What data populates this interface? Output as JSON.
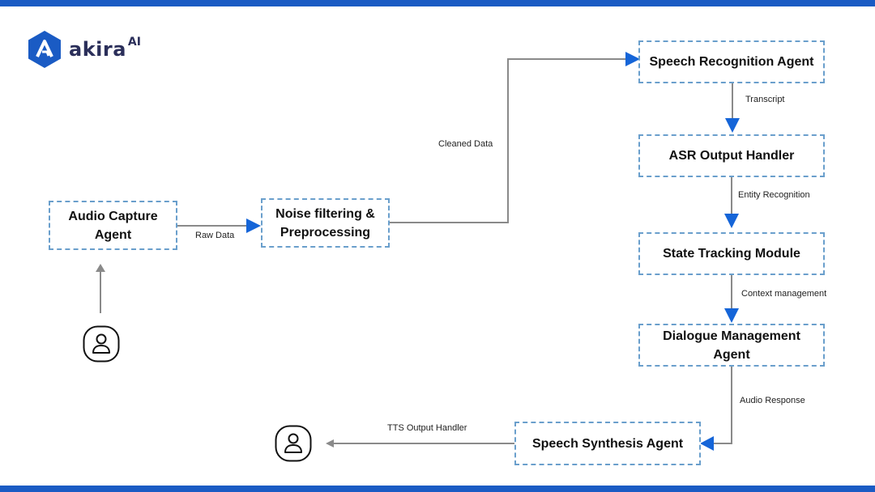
{
  "brand": {
    "name": "akira",
    "suffix": "AI"
  },
  "nodes": {
    "audio_capture": "Audio Capture Agent",
    "noise_filtering": "Noise filtering & Preprocessing",
    "speech_recognition": "Speech Recognition Agent",
    "asr_output": "ASR Output Handler",
    "state_tracking": "State Tracking Module",
    "dialogue_management": "Dialogue Management Agent",
    "speech_synthesis": "Speech Synthesis Agent"
  },
  "edges": {
    "raw_data": "Raw Data",
    "cleaned_data": "Cleaned Data",
    "transcript": "Transcript",
    "entity_recognition": "Entity Recognition",
    "context_management": "Context management",
    "audio_response": "Audio Response",
    "tts_output": "TTS Output Handler"
  },
  "colors": {
    "accent": "#1a5bc4",
    "arrow_head": "#1565d8",
    "connector": "#8a8a8a",
    "box_border": "#6a9fcc"
  },
  "icons": [
    "user-input-icon",
    "user-output-icon",
    "akira-logo-icon"
  ]
}
